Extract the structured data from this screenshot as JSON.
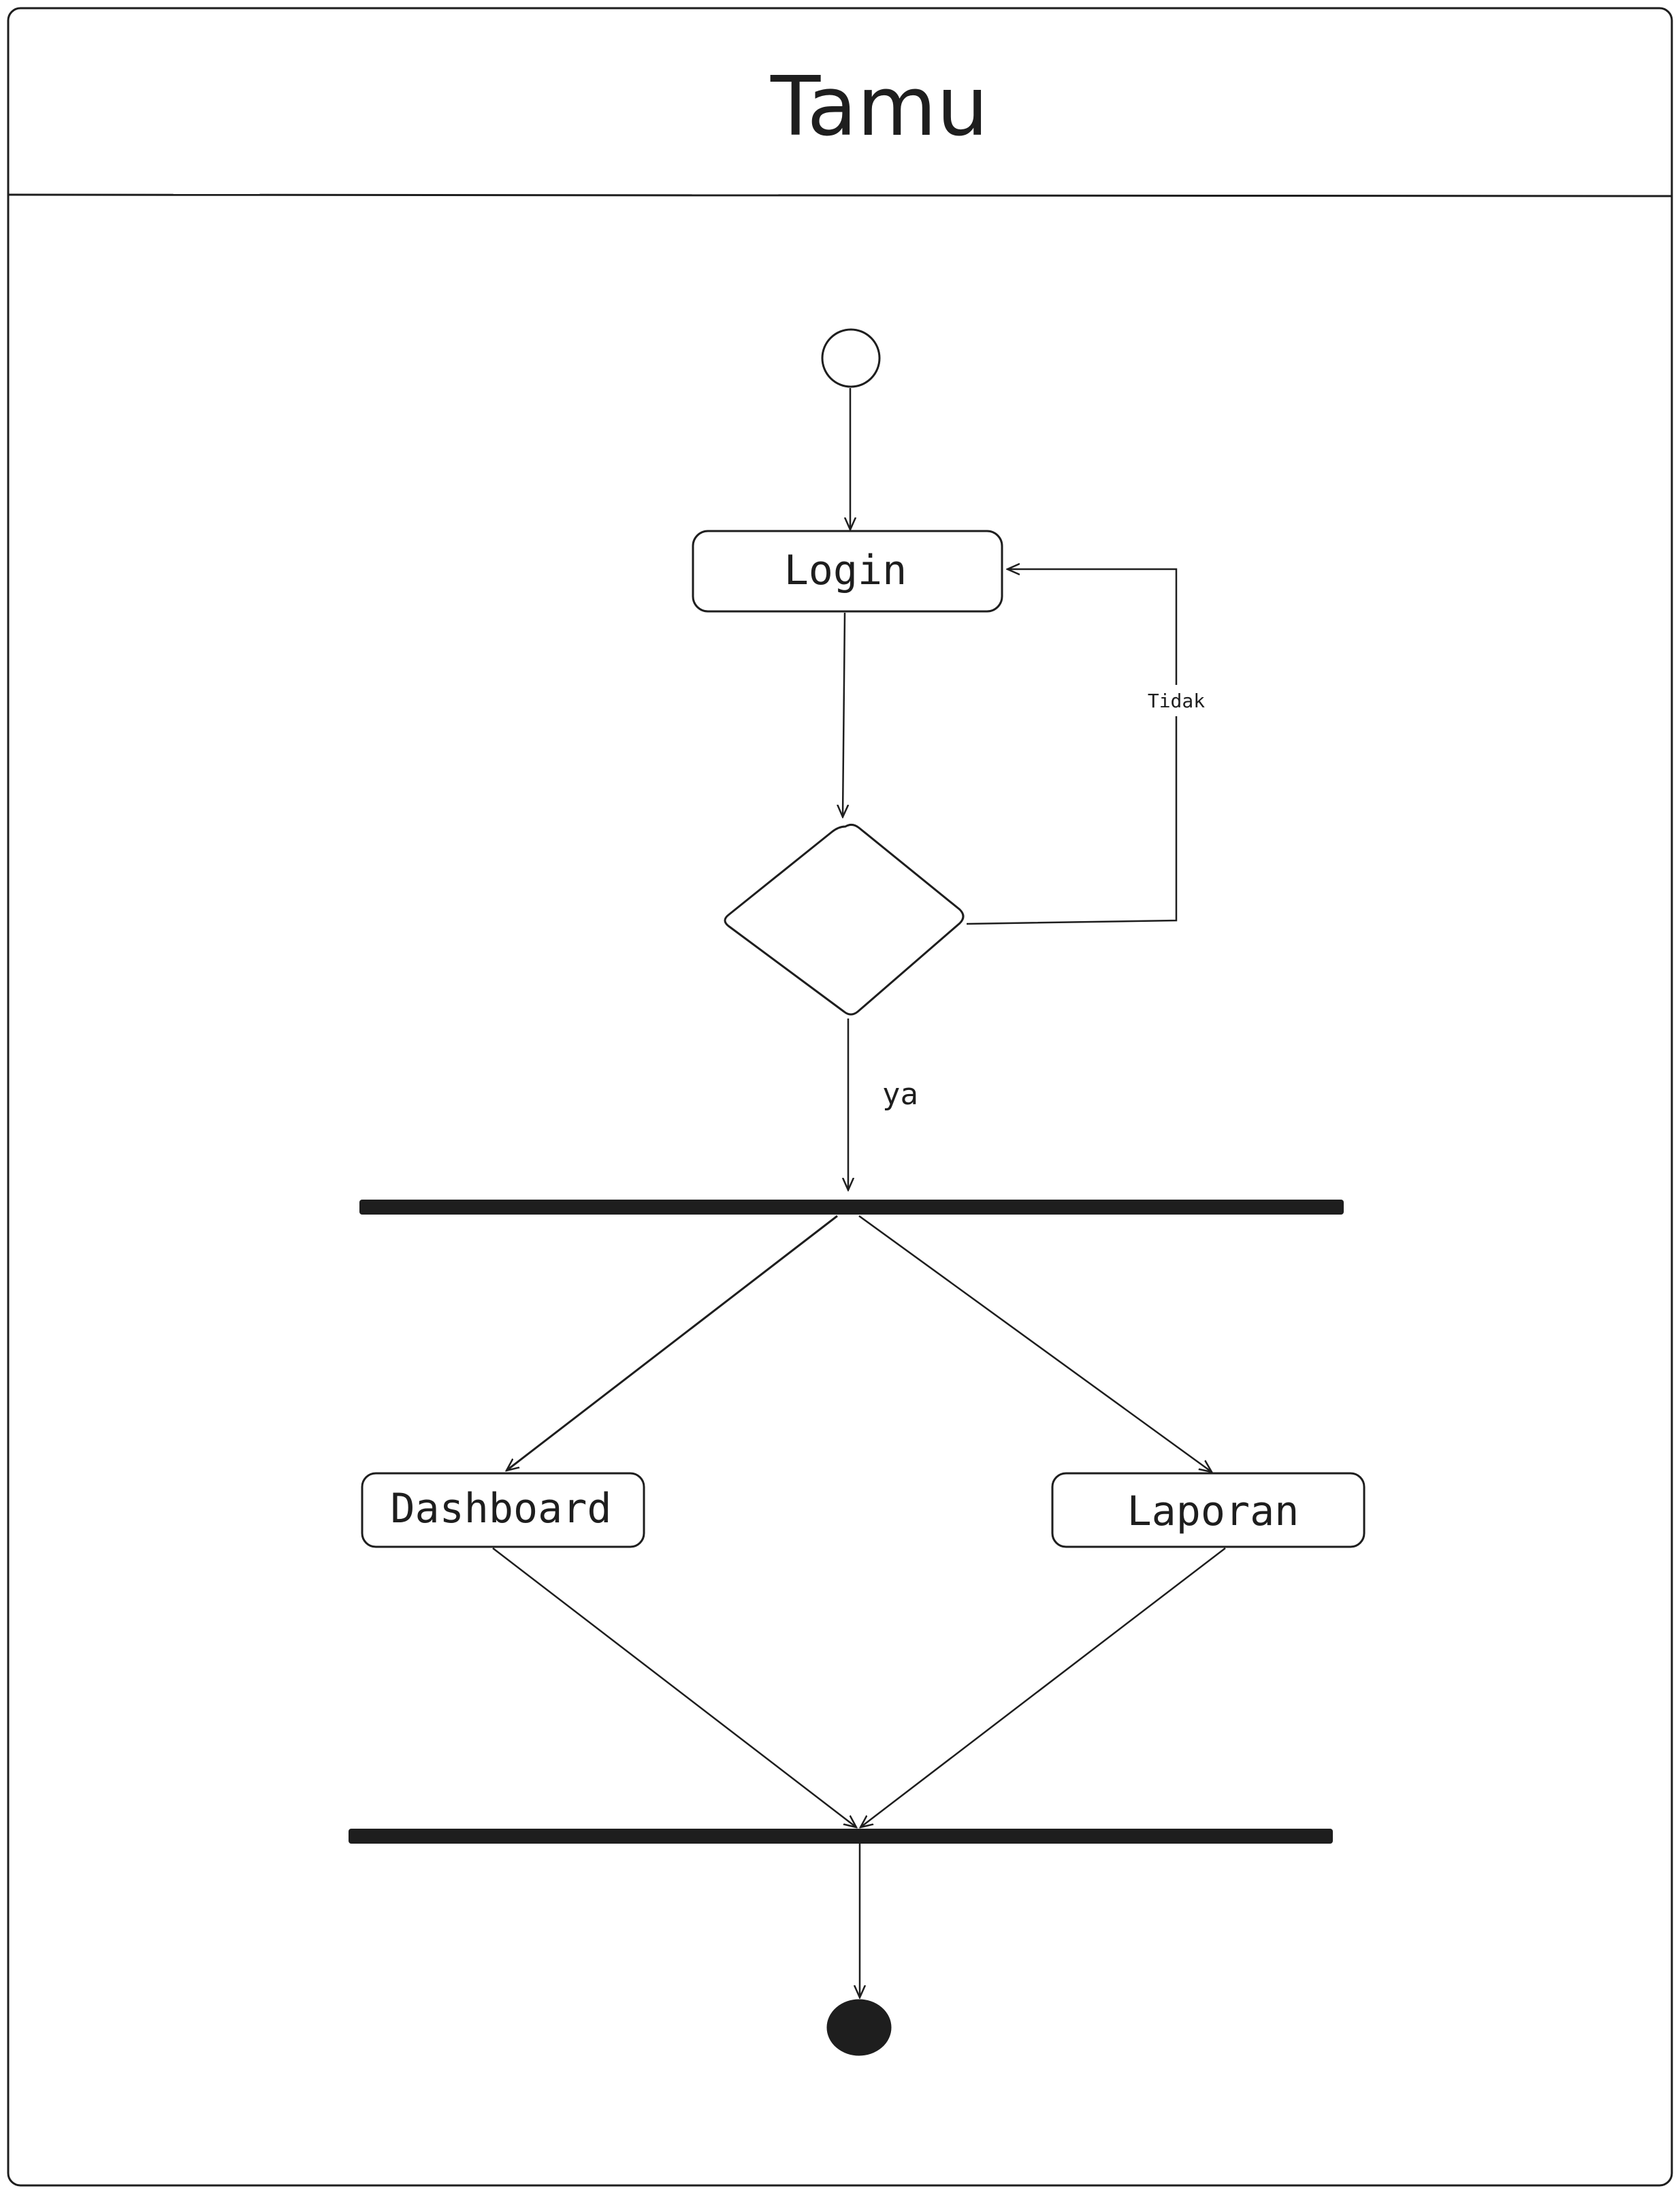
{
  "diagram": {
    "type": "uml-activity-diagram",
    "swimlane": {
      "title": "Tamu"
    },
    "nodes": {
      "initial": {
        "kind": "initial-node"
      },
      "login": {
        "kind": "action",
        "label": "Login"
      },
      "decision": {
        "kind": "decision"
      },
      "fork": {
        "kind": "fork-bar"
      },
      "dashboard": {
        "kind": "action",
        "label": "Dashboard"
      },
      "laporan": {
        "kind": "action",
        "label": "Laporan"
      },
      "join": {
        "kind": "join-bar"
      },
      "final": {
        "kind": "final-node"
      }
    },
    "guards": {
      "tidak": "Tidak",
      "ya": "ya"
    },
    "edges": [
      {
        "from": "initial",
        "to": "login"
      },
      {
        "from": "login",
        "to": "decision"
      },
      {
        "from": "decision",
        "to": "login",
        "guard": "Tidak"
      },
      {
        "from": "decision",
        "to": "fork",
        "guard": "ya"
      },
      {
        "from": "fork",
        "to": "dashboard"
      },
      {
        "from": "fork",
        "to": "laporan"
      },
      {
        "from": "dashboard",
        "to": "join"
      },
      {
        "from": "laporan",
        "to": "join"
      },
      {
        "from": "join",
        "to": "final"
      }
    ],
    "colors": {
      "stroke": "#1e1e1e",
      "background": "#ffffff"
    }
  }
}
